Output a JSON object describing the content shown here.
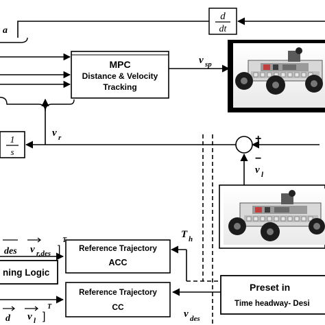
{
  "blocks": {
    "derivative": {
      "num": "d",
      "den": "dt"
    },
    "mpc": {
      "line1": "MPC",
      "line2": "Distance & Velocity",
      "line3": "Tracking"
    },
    "integrator": {
      "num": "1",
      "den": "s"
    },
    "ref_acc": {
      "line1": "Reference Trajectory",
      "line2": "ACC"
    },
    "ref_cc": {
      "line1": "Reference Trajectory",
      "line2": "CC"
    },
    "switching": {
      "label": "ning Logic"
    },
    "preset": {
      "line1": "Preset in",
      "line2": "Time headway- Desi"
    }
  },
  "signals": {
    "a": "a",
    "vsp_main": "v",
    "vsp_sub": "sp",
    "vr_main": "v",
    "vr_sub": "r",
    "vl_main": "v",
    "vl_sub": "l",
    "plus": "+",
    "minus": "−",
    "th_main": "T",
    "th_sub": "h",
    "vdes_main": "v",
    "vdes_sub": "des"
  },
  "vectors": {
    "top_left": "des",
    "top_mid": "v",
    "top_sub": "r,des",
    "top_sup": "T",
    "bot_left": "d",
    "bot_mid": "v",
    "bot_sub": "l",
    "bot_sup": "T"
  }
}
